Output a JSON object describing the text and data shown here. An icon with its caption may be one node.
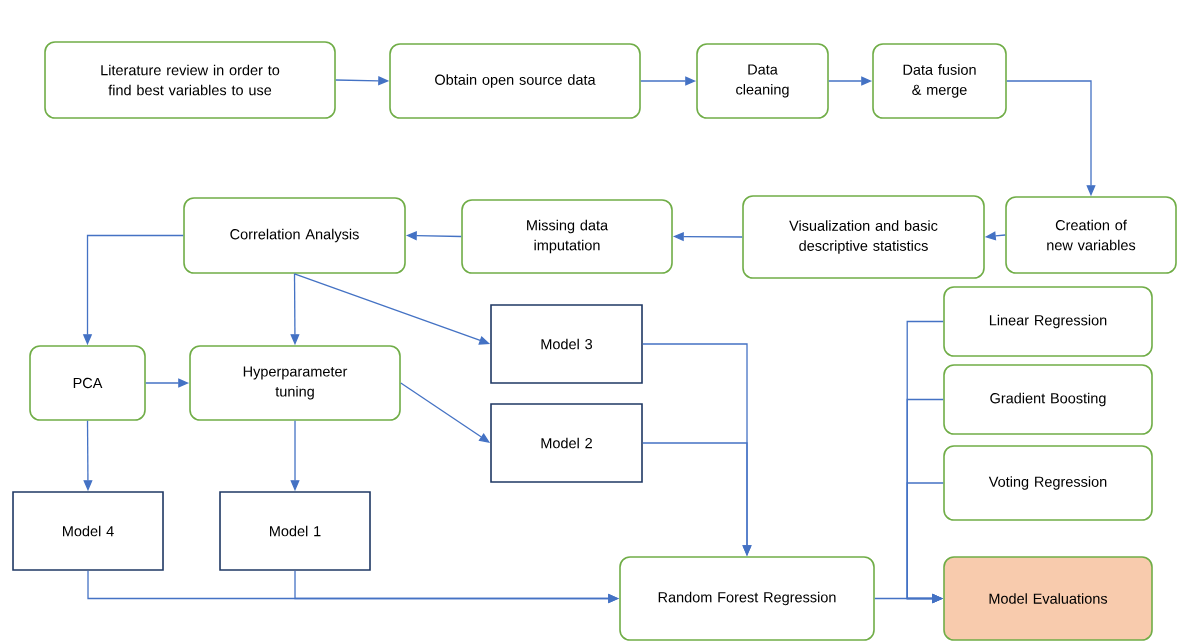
{
  "diagram": {
    "nodes": [
      {
        "text": [
          "Literature review in order to find best variables to use"
        ]
      },
      {
        "text": [
          "Obtain open source data"
        ]
      },
      {
        "text": [
          "Data cleaning"
        ]
      },
      {
        "text": [
          "Data fusion & merge"
        ]
      },
      {
        "text": [
          "Creation of new variables"
        ]
      },
      {
        "text": [
          "Visualization and basic descriptive statistics"
        ]
      },
      {
        "text": [
          "Missing data imputation"
        ]
      },
      {
        "text": [
          "Correlation Analysis"
        ]
      },
      {
        "text": [
          "Model 3"
        ]
      },
      {
        "text": [
          "PCA"
        ]
      },
      {
        "text": [
          "Hyperparameter tuning"
        ]
      },
      {
        "text": [
          "Model 2"
        ]
      },
      {
        "text": [
          "Model 4"
        ]
      },
      {
        "text": [
          "Model 1"
        ]
      },
      {
        "text": [
          "Random Forest Regression"
        ]
      },
      {
        "text": [
          "Linear Regression"
        ]
      },
      {
        "text": [
          "Gradient Boosting"
        ]
      },
      {
        "text": [
          "Voting Regression"
        ]
      },
      {
        "text": [
          "Model Evaluations"
        ]
      }
    ],
    "edges": [
      {
        "from": 0,
        "to": 1,
        "arrow": "to"
      },
      {
        "from": 1,
        "to": 2,
        "arrow": "to"
      },
      {
        "from": 2,
        "to": 3,
        "arrow": "to"
      },
      {
        "from": 3,
        "to": 4,
        "arrow": "to"
      },
      {
        "from": 4,
        "to": 5,
        "arrow": "to"
      },
      {
        "from": 5,
        "to": 6,
        "arrow": "to"
      },
      {
        "from": 6,
        "to": 7,
        "arrow": "to"
      },
      {
        "from": 7,
        "to": 9,
        "arrow": "to"
      },
      {
        "from": 7,
        "to": 10,
        "arrow": "to"
      },
      {
        "from": 7,
        "to": 8,
        "arrow": "to"
      },
      {
        "from": 9,
        "to": 10,
        "arrow": "to"
      },
      {
        "from": 10,
        "to": 11,
        "arrow": "to"
      },
      {
        "from": 9,
        "to": 12,
        "arrow": "to"
      },
      {
        "from": 10,
        "to": 13,
        "arrow": "to"
      },
      {
        "from": 12,
        "to": 14,
        "arrow": "to"
      },
      {
        "from": 13,
        "to": 14,
        "arrow": "to"
      },
      {
        "from": 8,
        "to": 14,
        "arrow": "to"
      },
      {
        "from": 11,
        "to": 14,
        "arrow": "to"
      },
      {
        "from": 14,
        "to": 18,
        "arrow": "to"
      },
      {
        "from": 15,
        "to": 18,
        "arrow": "to"
      },
      {
        "from": 16,
        "to": 18,
        "arrow": "to"
      },
      {
        "from": 17,
        "to": 18,
        "arrow": "to"
      }
    ]
  }
}
